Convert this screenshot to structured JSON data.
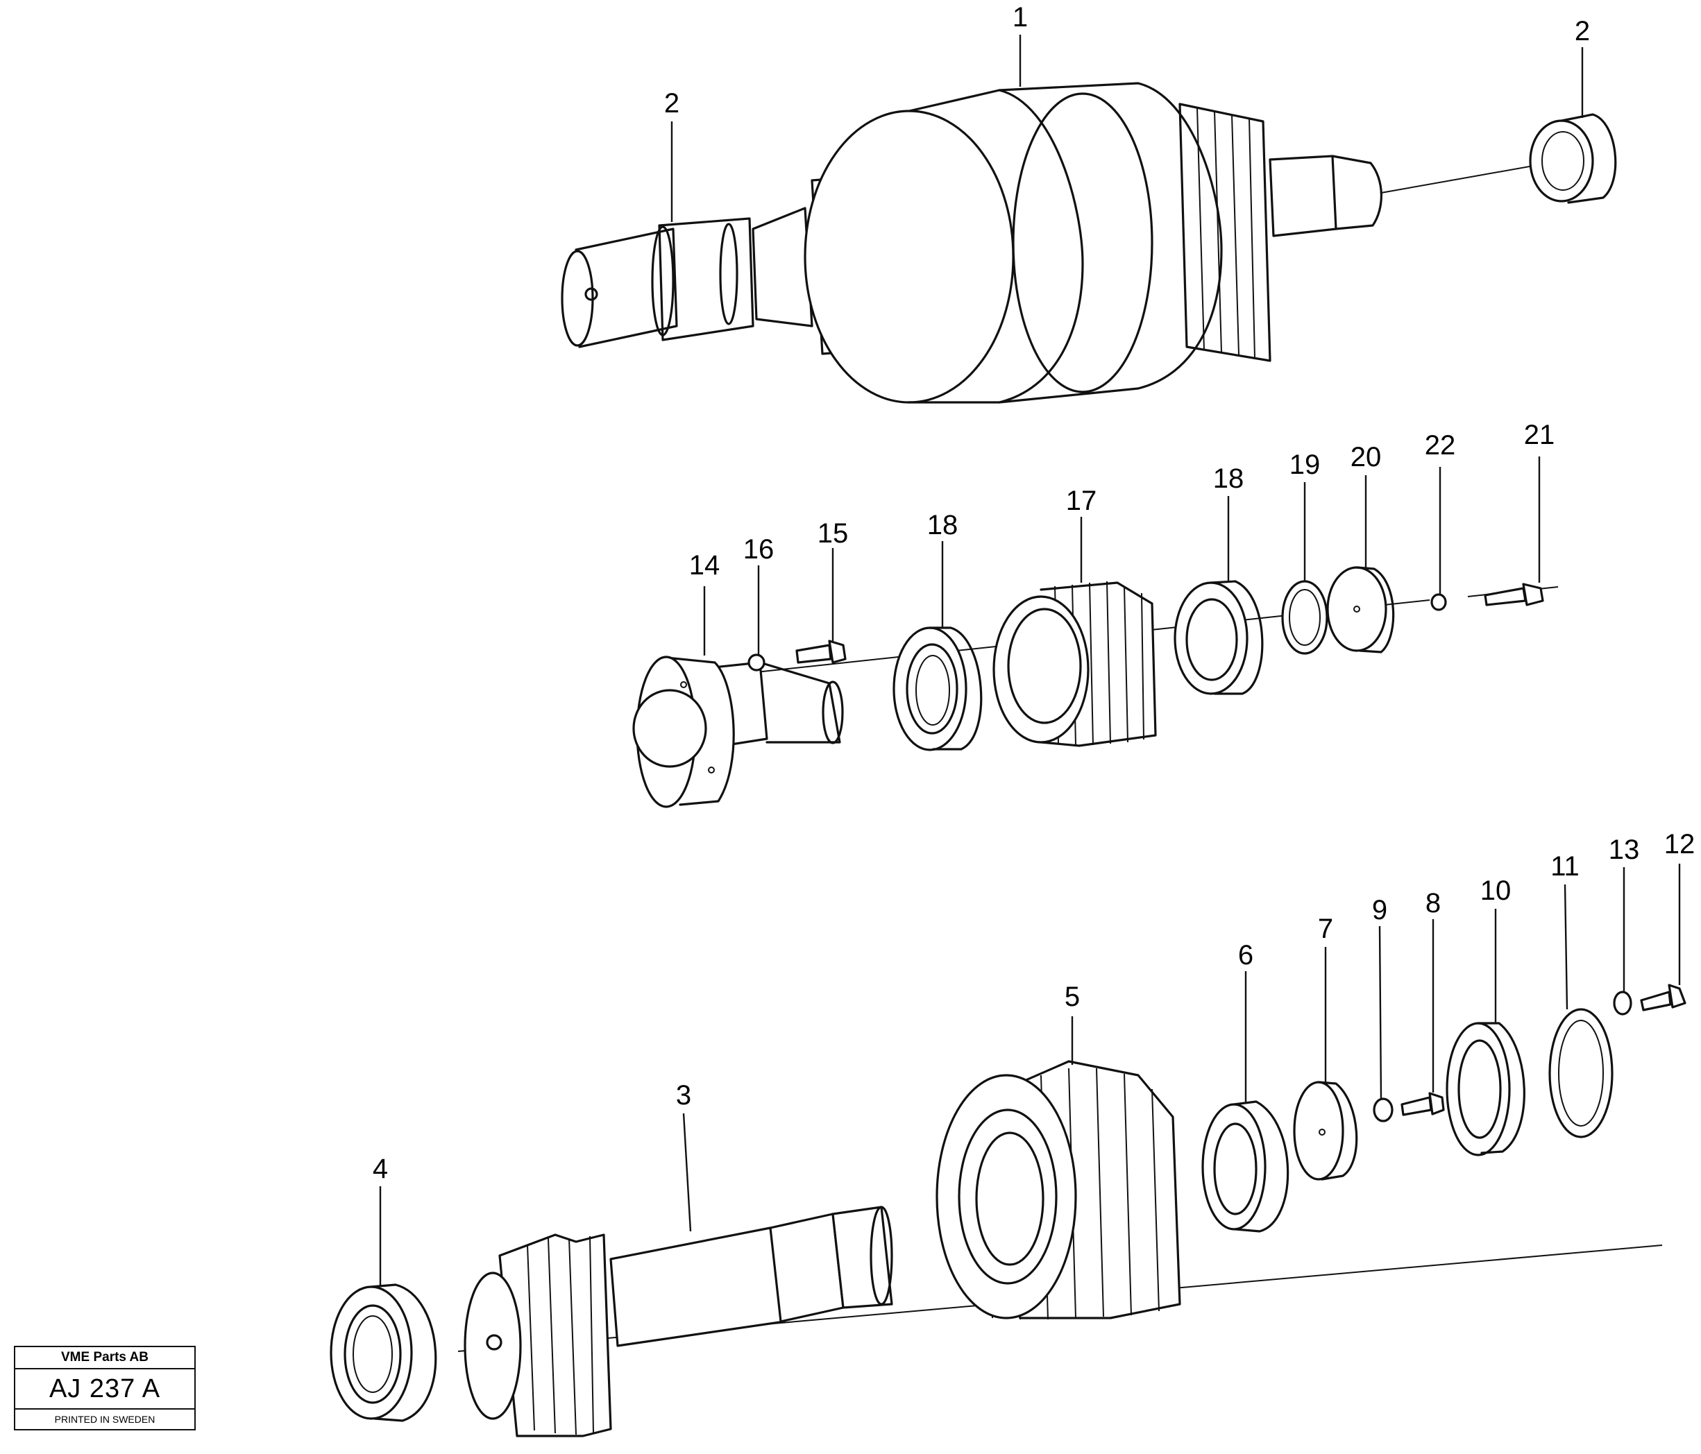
{
  "diagram": {
    "callouts": {
      "c1": "1",
      "c2a": "2",
      "c2b": "2",
      "c3": "3",
      "c4": "4",
      "c5": "5",
      "c6": "6",
      "c7": "7",
      "c8": "8",
      "c9": "9",
      "c10": "10",
      "c11": "11",
      "c12": "12",
      "c13": "13",
      "c14": "14",
      "c15": "15",
      "c16": "16",
      "c17": "17",
      "c18a": "18",
      "c18b": "18",
      "c19": "19",
      "c20": "20",
      "c21": "21",
      "c22": "22"
    }
  },
  "title_block": {
    "company": "VME Parts AB",
    "code": "AJ 237 A",
    "printed": "PRINTED IN SWEDEN"
  }
}
